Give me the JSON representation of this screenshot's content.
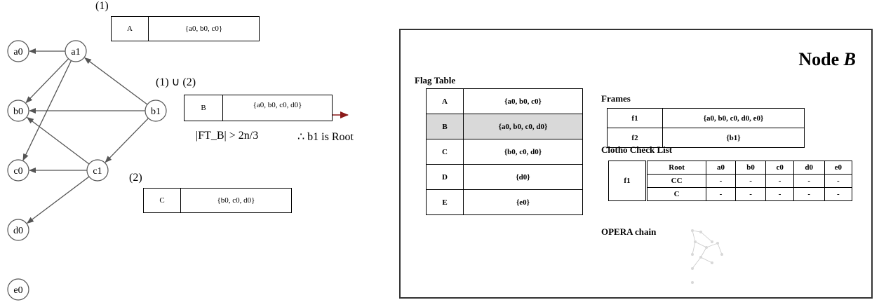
{
  "left_diagram": {
    "nodes": [
      {
        "id": "a0",
        "label": "a0"
      },
      {
        "id": "a1",
        "label": "a1"
      },
      {
        "id": "b0",
        "label": "b0"
      },
      {
        "id": "b1",
        "label": "b1"
      },
      {
        "id": "c0",
        "label": "c0"
      },
      {
        "id": "c1",
        "label": "c1"
      },
      {
        "id": "d0",
        "label": "d0"
      },
      {
        "id": "e0",
        "label": "e0"
      }
    ],
    "edges": [
      {
        "from": "a1",
        "to": "a0"
      },
      {
        "from": "a1",
        "to": "b0"
      },
      {
        "from": "a1",
        "to": "c0"
      },
      {
        "from": "b1",
        "to": "a1"
      },
      {
        "from": "b1",
        "to": "b0"
      },
      {
        "from": "b1",
        "to": "c1"
      },
      {
        "from": "c1",
        "to": "b0"
      },
      {
        "from": "c1",
        "to": "c0"
      },
      {
        "from": "c1",
        "to": "d0"
      }
    ],
    "label_1": "(1)",
    "label_union": "(1) ∪ (2)",
    "label_2": "(2)",
    "box_1": {
      "key": "A",
      "value": "{a0, b0, c0}"
    },
    "box_union": {
      "key": "B",
      "value": "{a0, b0, c0, d0}"
    },
    "box_2": {
      "key": "C",
      "value": "{b0, c0, d0}"
    },
    "condition_text": "|FT_B| > 2n/3",
    "conclusion_text": "∴ b1 is Root",
    "colors": {
      "arrow": "#555555",
      "highlight_arrow": "#8b1a1a"
    }
  },
  "panel": {
    "title_prefix": "Node ",
    "title_italic": "B",
    "flag_table": {
      "heading": "Flag Table",
      "rows": [
        {
          "key": "A",
          "value": "{a0, b0, c0}"
        },
        {
          "key": "B",
          "value": "{a0, b0, c0, d0}",
          "highlight": true
        },
        {
          "key": "C",
          "value": "{b0, c0, d0}"
        },
        {
          "key": "D",
          "value": "{d0}"
        },
        {
          "key": "E",
          "value": "{e0}"
        }
      ]
    },
    "frames": {
      "heading": "Frames",
      "rows": [
        {
          "key": "f1",
          "value": "{a0, b0, c0, d0, e0}"
        },
        {
          "key": "f2",
          "value": "{b1}"
        }
      ]
    },
    "clotho": {
      "heading": "Clotho Check List",
      "frame": "f1",
      "columns": [
        "Root",
        "a0",
        "b0",
        "c0",
        "d0",
        "e0"
      ],
      "rows": [
        {
          "label": "CC",
          "cells": [
            "-",
            "-",
            "-",
            "-",
            "-"
          ]
        },
        {
          "label": "C",
          "cells": [
            "-",
            "-",
            "-",
            "-",
            "-"
          ]
        }
      ]
    },
    "opera_chain": {
      "heading": "OPERA chain",
      "colors": {
        "thumb": "#c8c8c8"
      }
    }
  }
}
